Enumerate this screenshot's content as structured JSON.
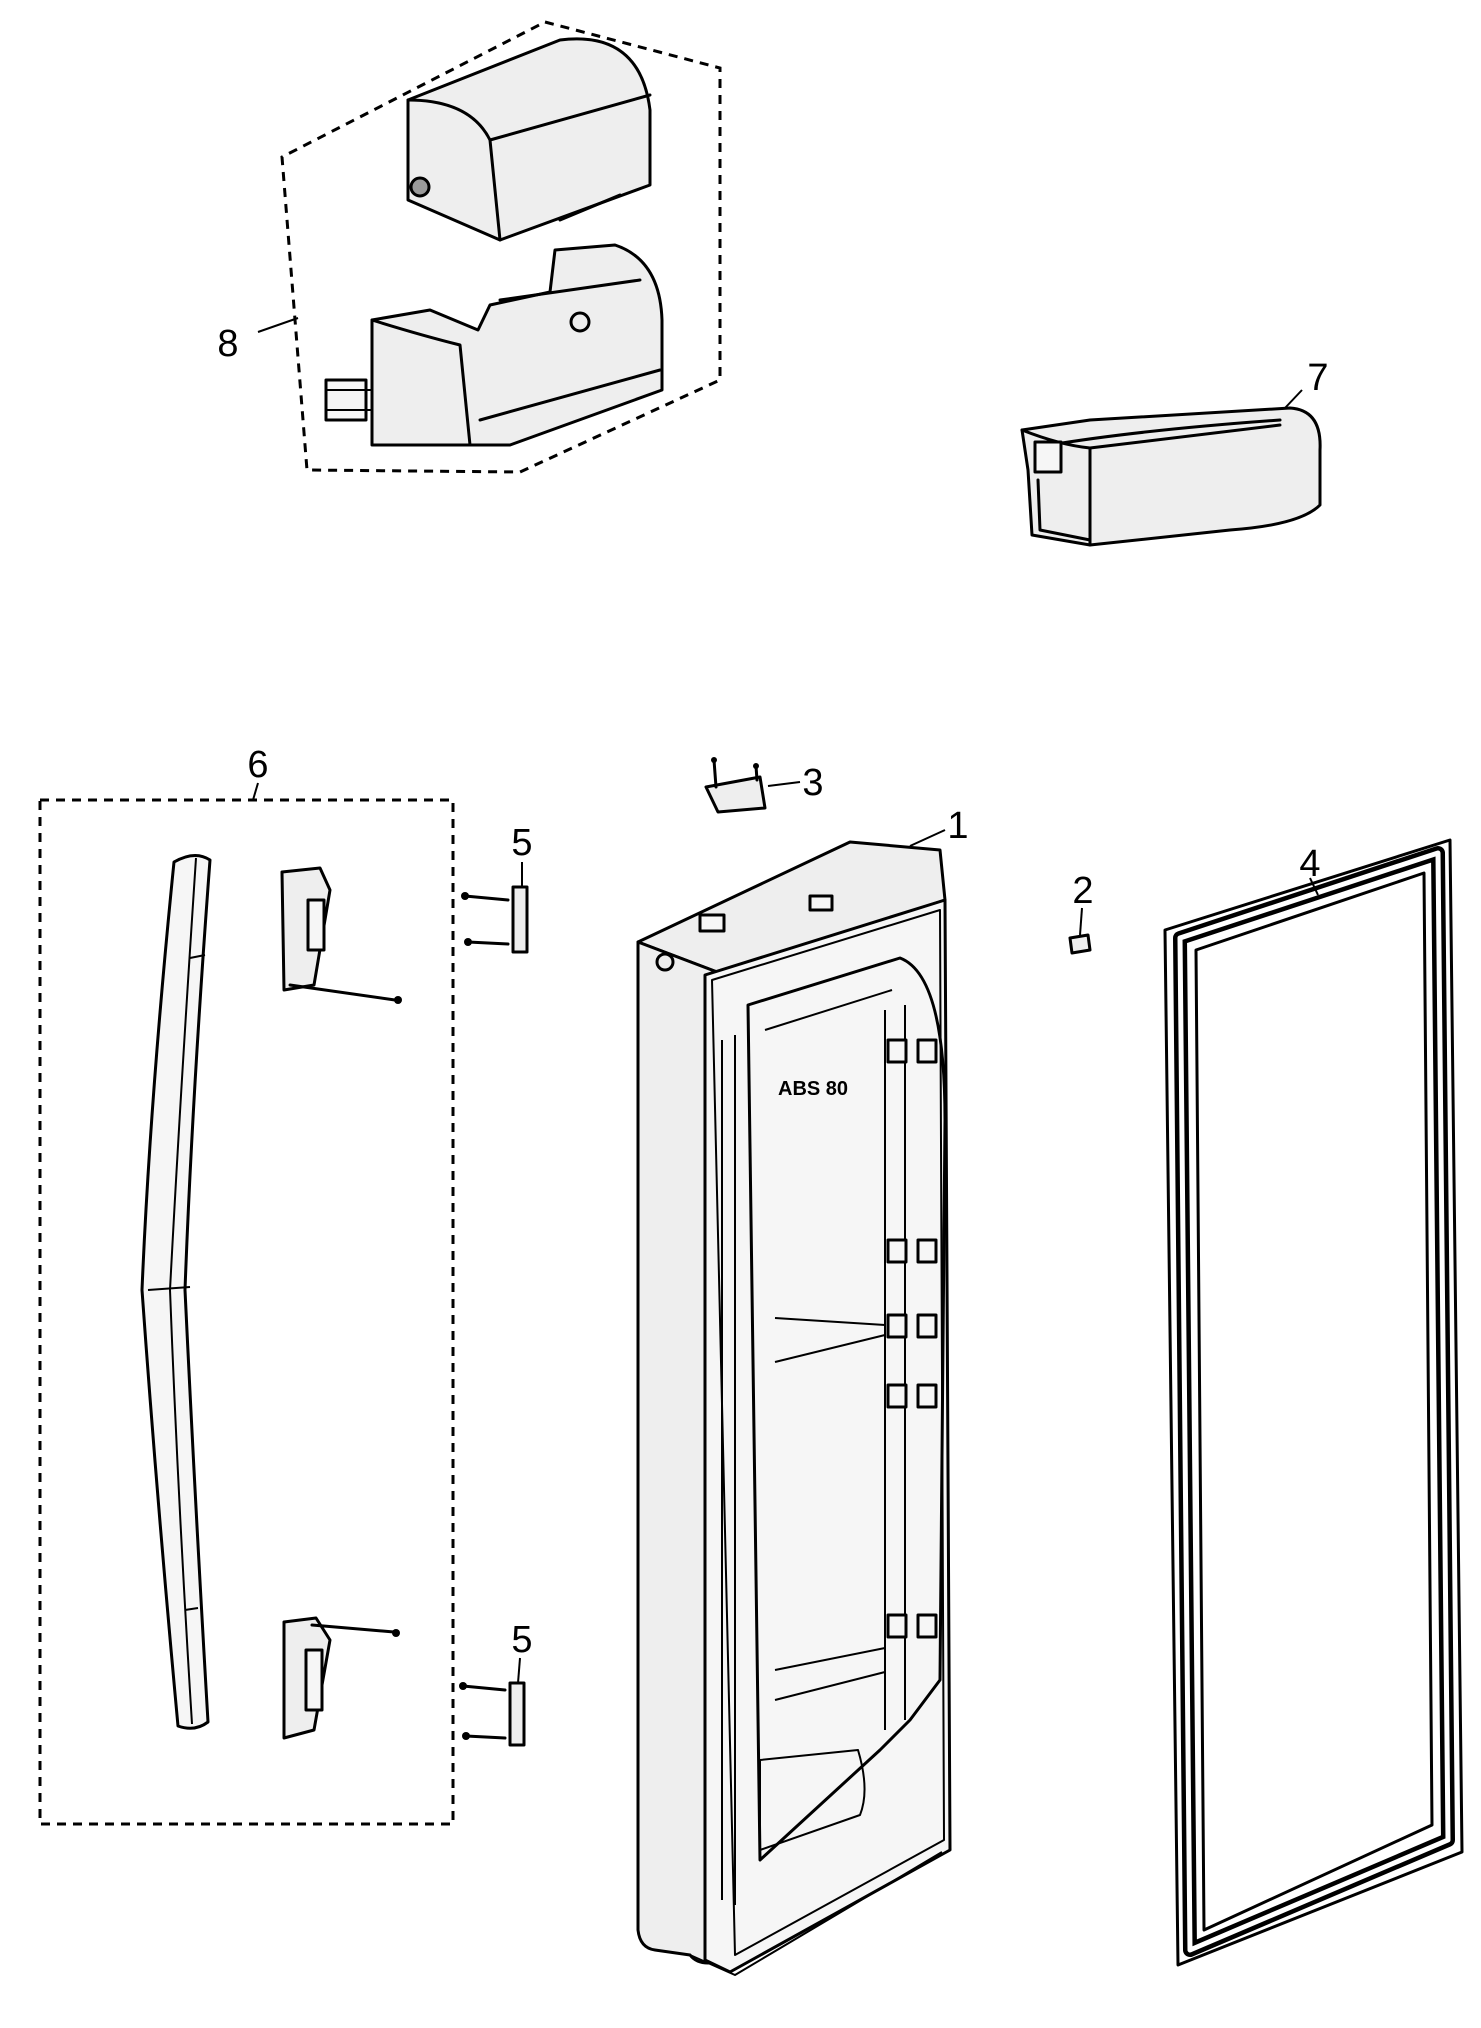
{
  "callouts": {
    "part_1": "1",
    "part_2": "2",
    "part_3": "3",
    "part_4": "4",
    "part_5_upper": "5",
    "part_5_lower": "5",
    "part_6": "6",
    "part_7": "7",
    "part_8": "8"
  },
  "stamp_text": "ABS 80"
}
